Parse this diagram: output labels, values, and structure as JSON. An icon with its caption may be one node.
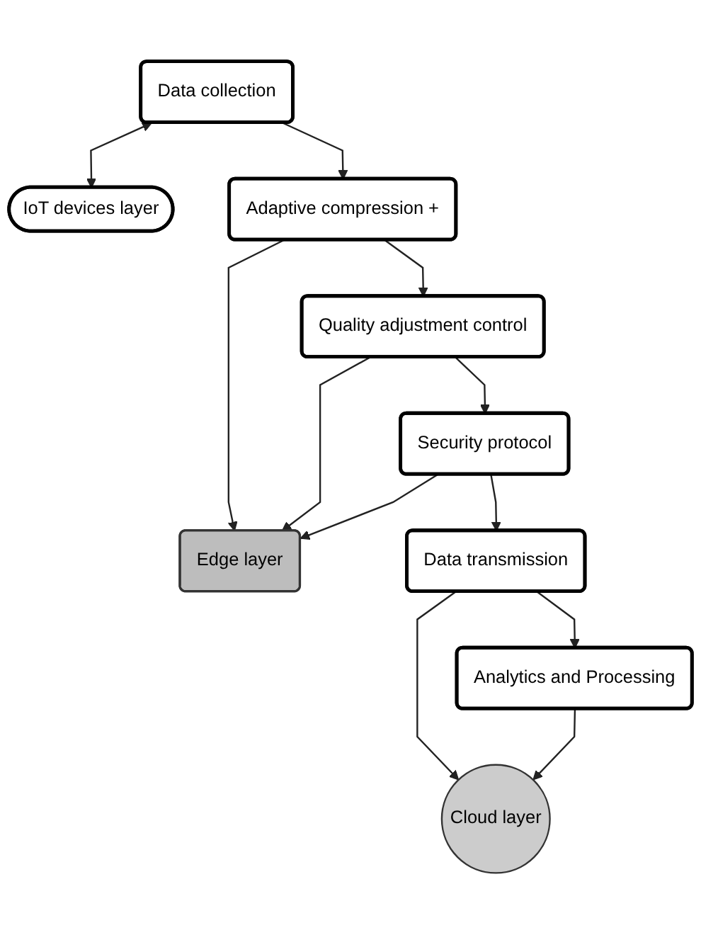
{
  "diagram": {
    "nodes": [
      {
        "text": [
          "Data collection"
        ]
      },
      {
        "text": [
          "IoT devices layer"
        ]
      },
      {
        "text": [
          "Adaptive compression +"
        ]
      },
      {
        "text": [
          "Edge layer"
        ]
      },
      {
        "text": [
          "Quality adjustment control"
        ]
      },
      {
        "text": [
          "Security protocol"
        ]
      },
      {
        "text": [
          "Data transmission"
        ]
      },
      {
        "text": [
          "Cloud layer"
        ]
      },
      {
        "text": [
          "Analytics and Processing"
        ]
      }
    ],
    "edges": [
      {
        "from": 0,
        "to": 1,
        "arrow": "both"
      },
      {
        "from": 0,
        "to": 2,
        "arrow": "to"
      },
      {
        "from": 2,
        "to": 3,
        "arrow": "to"
      },
      {
        "from": 2,
        "to": 4,
        "arrow": "to"
      },
      {
        "from": 4,
        "to": 3,
        "arrow": "to"
      },
      {
        "from": 4,
        "to": 5,
        "arrow": "to"
      },
      {
        "from": 5,
        "to": 3,
        "arrow": "to"
      },
      {
        "from": 5,
        "to": 6,
        "arrow": "to"
      },
      {
        "from": 6,
        "to": 7,
        "arrow": "to"
      },
      {
        "from": 6,
        "to": 8,
        "arrow": "to"
      },
      {
        "from": 8,
        "to": 7,
        "arrow": "to"
      }
    ]
  }
}
